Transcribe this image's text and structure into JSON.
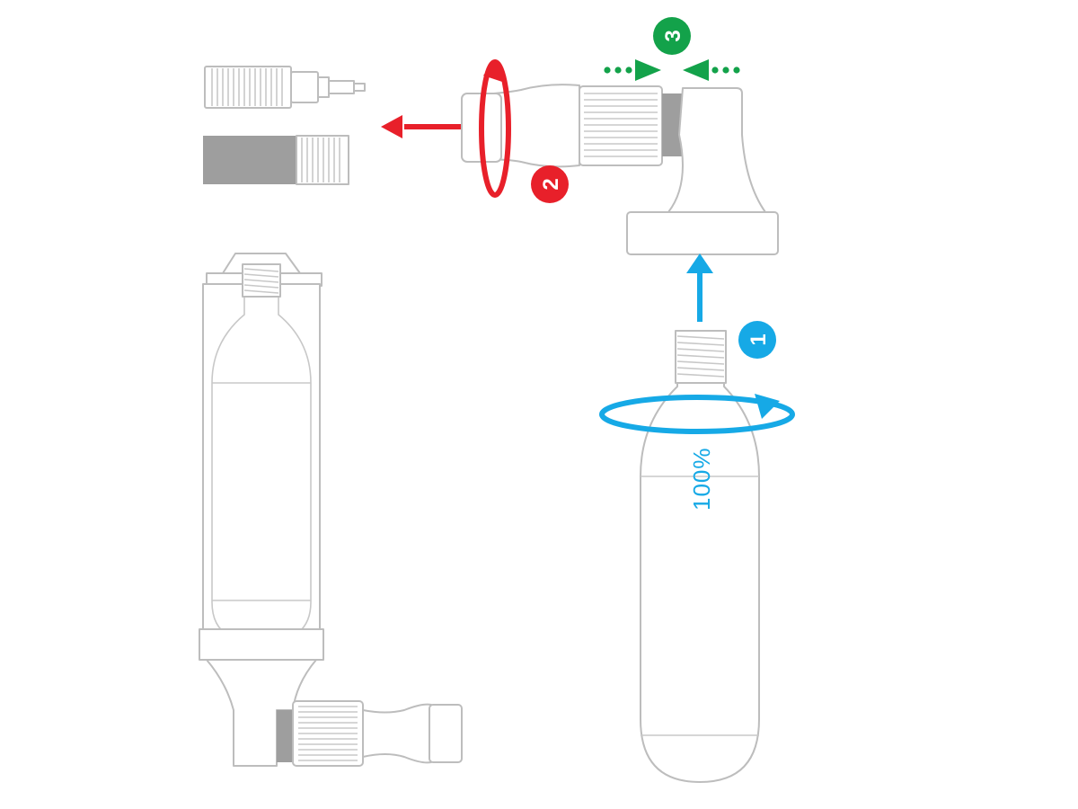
{
  "steps": [
    {
      "number": "1",
      "color": "#16a9e6"
    },
    {
      "number": "2",
      "color": "#e8202a"
    },
    {
      "number": "3",
      "color": "#13a24a"
    }
  ],
  "cartridge_label": "100%",
  "colors": {
    "outline": "#bdbdbd",
    "thread_dark": "#9e9e9e",
    "blue": "#16a9e6",
    "red": "#e8202a",
    "green": "#13a24a"
  },
  "icons": [
    "co2-cartridge-icon",
    "inflator-head-icon",
    "presta-valve-adapter-icon",
    "schrader-valve-adapter-icon",
    "assembled-inflator-icon"
  ]
}
